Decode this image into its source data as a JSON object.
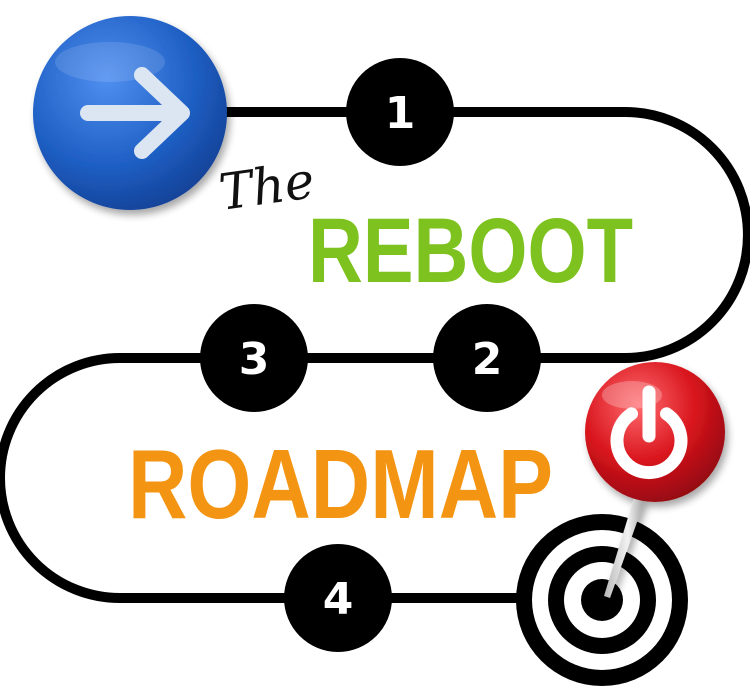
{
  "title": {
    "prefix": "The",
    "line1": "REBOOT",
    "line2": "ROADMAP"
  },
  "steps": [
    {
      "number": "1"
    },
    {
      "number": "2"
    },
    {
      "number": "3"
    },
    {
      "number": "4"
    }
  ],
  "icons": {
    "start": "arrow-right-icon",
    "finish_pin": "power-icon",
    "target": "target-icon"
  },
  "colors": {
    "path": "#000000",
    "step_badge": "#000000",
    "start_button": "#1f5fc4",
    "reboot_text": "#7dc21e",
    "roadmap_text": "#f39512",
    "pin_head": "#d8141c"
  }
}
